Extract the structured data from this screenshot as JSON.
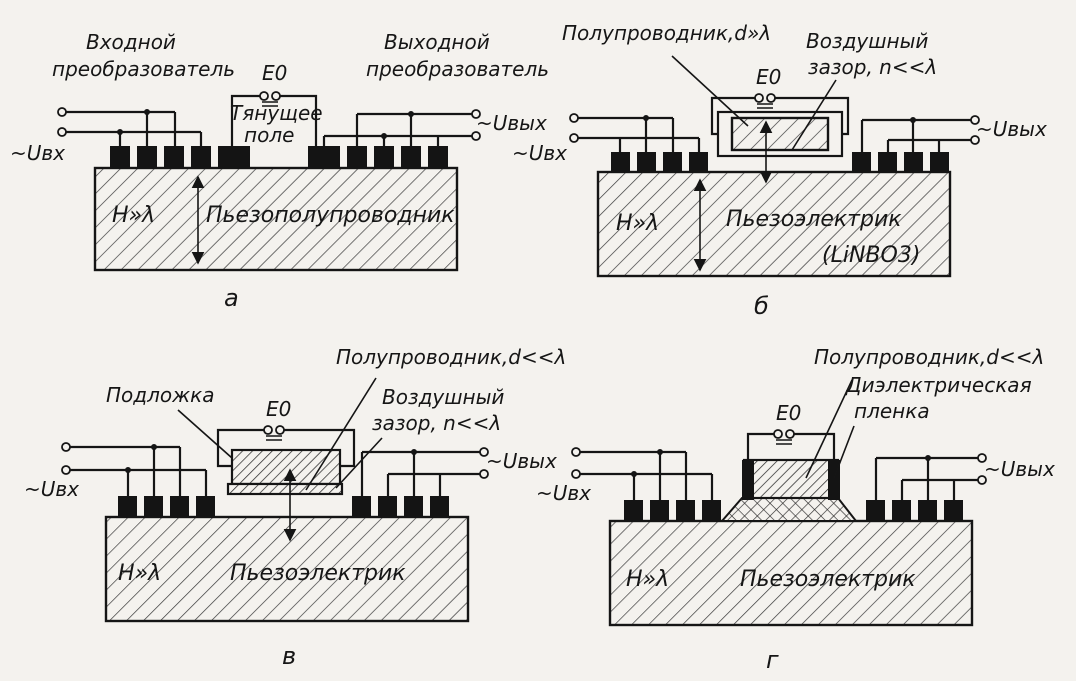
{
  "panels": {
    "a": {
      "caption": "а",
      "input_transducer": [
        "Входной",
        "преобразователь"
      ],
      "output_transducer": [
        "Выходной",
        "преобразователь"
      ],
      "bias_field_symbol": "E0",
      "drift_field": [
        "Тянущее",
        "поле"
      ],
      "input_voltage": "~Uвх",
      "output_voltage": "~Uвых",
      "thickness": "H»λ",
      "substrate": "Пьезополупроводник"
    },
    "b": {
      "caption": "б",
      "semiconductor": "Полупроводник,d»λ",
      "air_gap": [
        "Воздушный",
        "зазор, n<<λ"
      ],
      "bias_field_symbol": "E0",
      "input_voltage": "~Uвх",
      "output_voltage": "~Uвых",
      "thickness": "H»λ",
      "substrate": "Пьезоэлектрик",
      "material": "(LiNBO3)"
    },
    "c": {
      "caption": "в",
      "semiconductor": "Полупроводник,d<<λ",
      "substrate_holder": "Подложка",
      "air_gap": [
        "Воздушный",
        "зазор, n<<λ"
      ],
      "bias_field_symbol": "E0",
      "input_voltage": "~Uвх",
      "output_voltage": "~Uвых",
      "thickness": "H»λ",
      "substrate": "Пьезоэлектрик"
    },
    "d": {
      "caption": "г",
      "semiconductor": "Полупроводник,d<<λ",
      "dielectric_film": [
        "Диэлектрическая",
        "пленка"
      ],
      "bias_field_symbol": "E0",
      "input_voltage": "~Uвх",
      "output_voltage": "~Uвых",
      "thickness": "H»λ",
      "substrate": "Пьезоэлектрик"
    }
  },
  "colors": {
    "ink": "#151515",
    "paper": "#f4f2ee"
  }
}
